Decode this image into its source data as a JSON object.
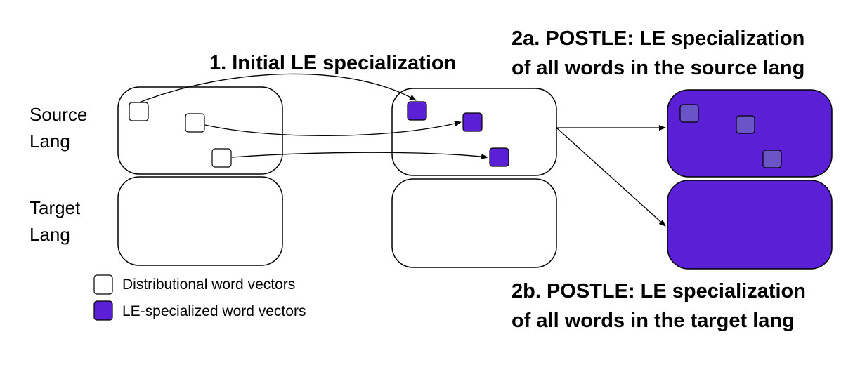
{
  "row_labels": {
    "source": [
      "Source",
      "Lang"
    ],
    "target": [
      "Target",
      "Lang"
    ]
  },
  "steps": {
    "initial": "1. Initial LE specialization",
    "postle_source": [
      "2a. POSTLE: LE specialization",
      "of all words in the source lang"
    ],
    "postle_target": [
      "2b. POSTLE: LE specialization",
      "of all words in the target lang"
    ]
  },
  "legend": {
    "distributional": "Distributional word vectors",
    "specialized": "LE-specialized word vectors"
  },
  "colors": {
    "specialized_fill": "#5b1fd6",
    "specialized_small_fill": "#6a55c8",
    "box_stroke": "#000000",
    "background": "#ffffff"
  }
}
